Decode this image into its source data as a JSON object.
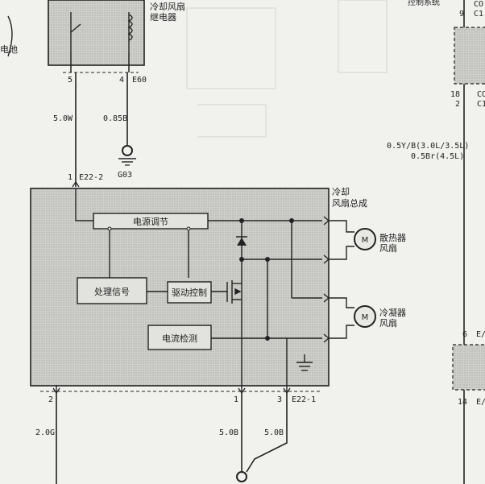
{
  "relay": {
    "title_line1": "冷却风扇",
    "title_line2": "继电器",
    "pin_left": "5",
    "pin_right": "4",
    "connector": "E60"
  },
  "battery_label": "电池",
  "wires": {
    "w_relay_5": "5.0W",
    "w_relay_4": "0.85B",
    "ground_top": "G03",
    "w_left_bottom": "2.0G",
    "w_bottom_1": "5.0B",
    "w_bottom_3": "5.0B",
    "w_right_top": "0.5Y/B(3.0L/3.5L)",
    "w_right_top2": "0.5Br(4.5L)"
  },
  "module": {
    "pin_top": "1",
    "connector_top": "E22-2",
    "title_line1": "冷却",
    "title_line2": "风扇总成",
    "block_power": "电源调节",
    "block_signal": "处理信号",
    "block_drive": "驱动控制",
    "block_current": "电流检测",
    "pin_b2": "2",
    "pin_b1": "1",
    "pin_b3": "3",
    "connector_bottom": "E22-1"
  },
  "fans": {
    "motor_symbol": "M",
    "radiator_line1": "散热器",
    "radiator_line2": "风扇",
    "condenser_line1": "冷凝器",
    "condenser_line2": "风扇"
  },
  "right_edge": {
    "title_partial": "控制系统",
    "pin_9": "9",
    "conn_c1_a": "CO",
    "conn_c1_b": "C1",
    "pin_18": "18",
    "pin_2": "2",
    "conn_c_a": "CO",
    "conn_c_b": "C1",
    "pin_6": "6",
    "conn_e_a": "E/",
    "pin_14": "14",
    "conn_e_b": "E/"
  }
}
